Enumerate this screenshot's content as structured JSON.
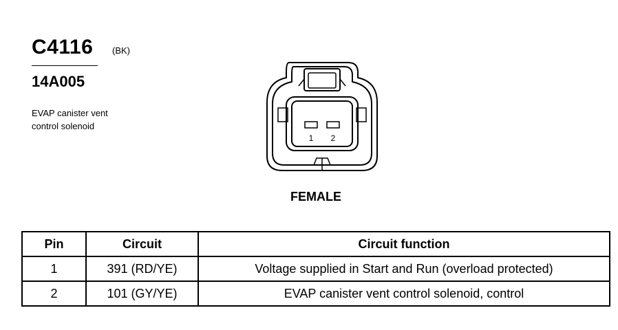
{
  "header": {
    "connector_id": "C4116",
    "connector_color": "(BK)",
    "part_number": "14A005",
    "description_lines": [
      "EVAP canister vent",
      "control solenoid"
    ]
  },
  "diagram": {
    "pin_labels": [
      "1",
      "2"
    ],
    "gender_label": "FEMALE"
  },
  "table": {
    "headers": [
      "Pin",
      "Circuit",
      "Circuit function"
    ],
    "rows": [
      {
        "pin": "1",
        "circuit": "391 (RD/YE)",
        "function": "Voltage supplied in Start and Run (overload protected)"
      },
      {
        "pin": "2",
        "circuit": "101 (GY/YE)",
        "function": "EVAP canister vent control solenoid, control"
      }
    ]
  }
}
